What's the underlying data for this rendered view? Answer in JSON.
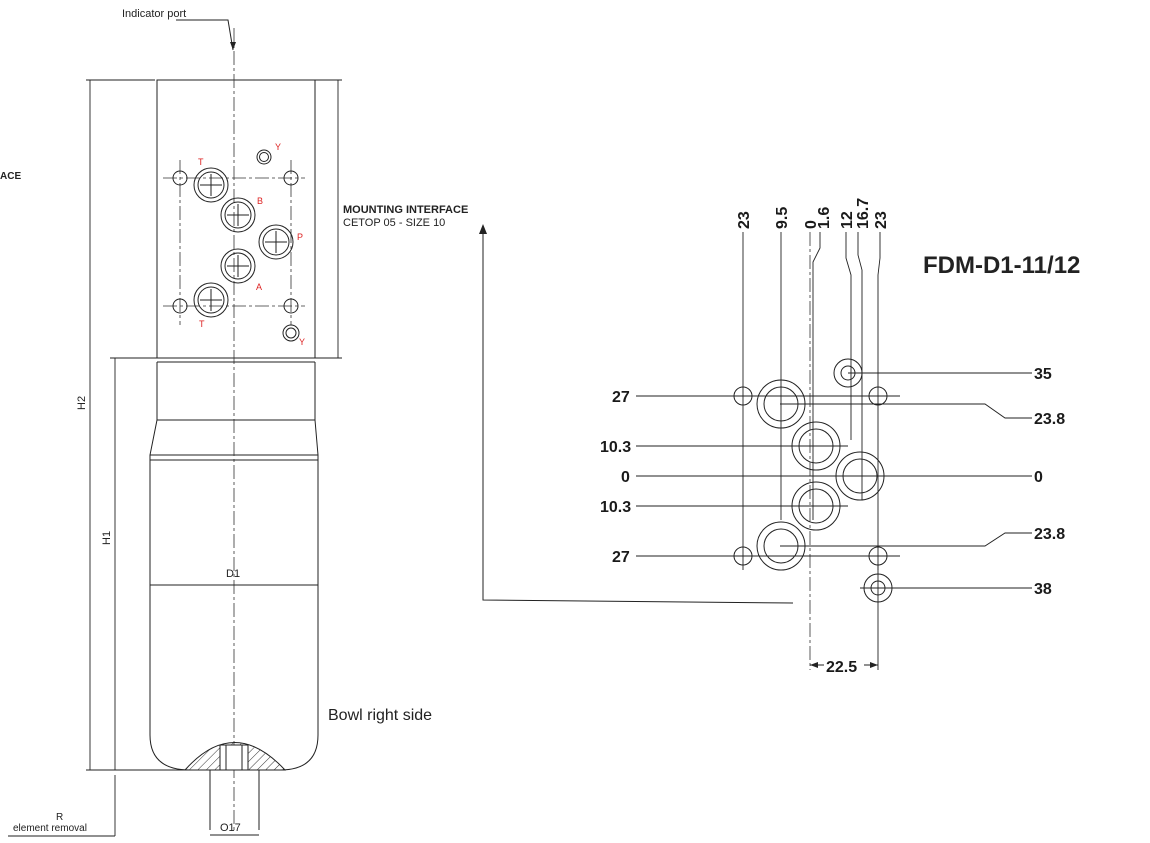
{
  "left_view": {
    "indicator_port": "Indicator port",
    "cut_label": "ACE",
    "h2": "H2",
    "h1": "H1",
    "d1": "D1",
    "bowl_right_side": "Bowl right side",
    "r_label": "R",
    "element_removal": "element removal",
    "o17": "O17",
    "port_letters": [
      "T",
      "Y",
      "B",
      "P",
      "A",
      "T",
      "Y"
    ]
  },
  "mounting": {
    "title": "MOUNTING INTERFACE",
    "subtitle": "CETOP 05  - SIZE 10"
  },
  "model": "FDM-D1-11/12",
  "top_dims": [
    "23",
    "9.5",
    "0",
    "1.6",
    "12",
    "16.7",
    "23"
  ],
  "left_dims": [
    "27",
    "10.3",
    "0",
    "10.3",
    "27"
  ],
  "right_dims": [
    "35",
    "23.8",
    "0",
    "23.8",
    "38"
  ],
  "bottom_dim": "22.5"
}
